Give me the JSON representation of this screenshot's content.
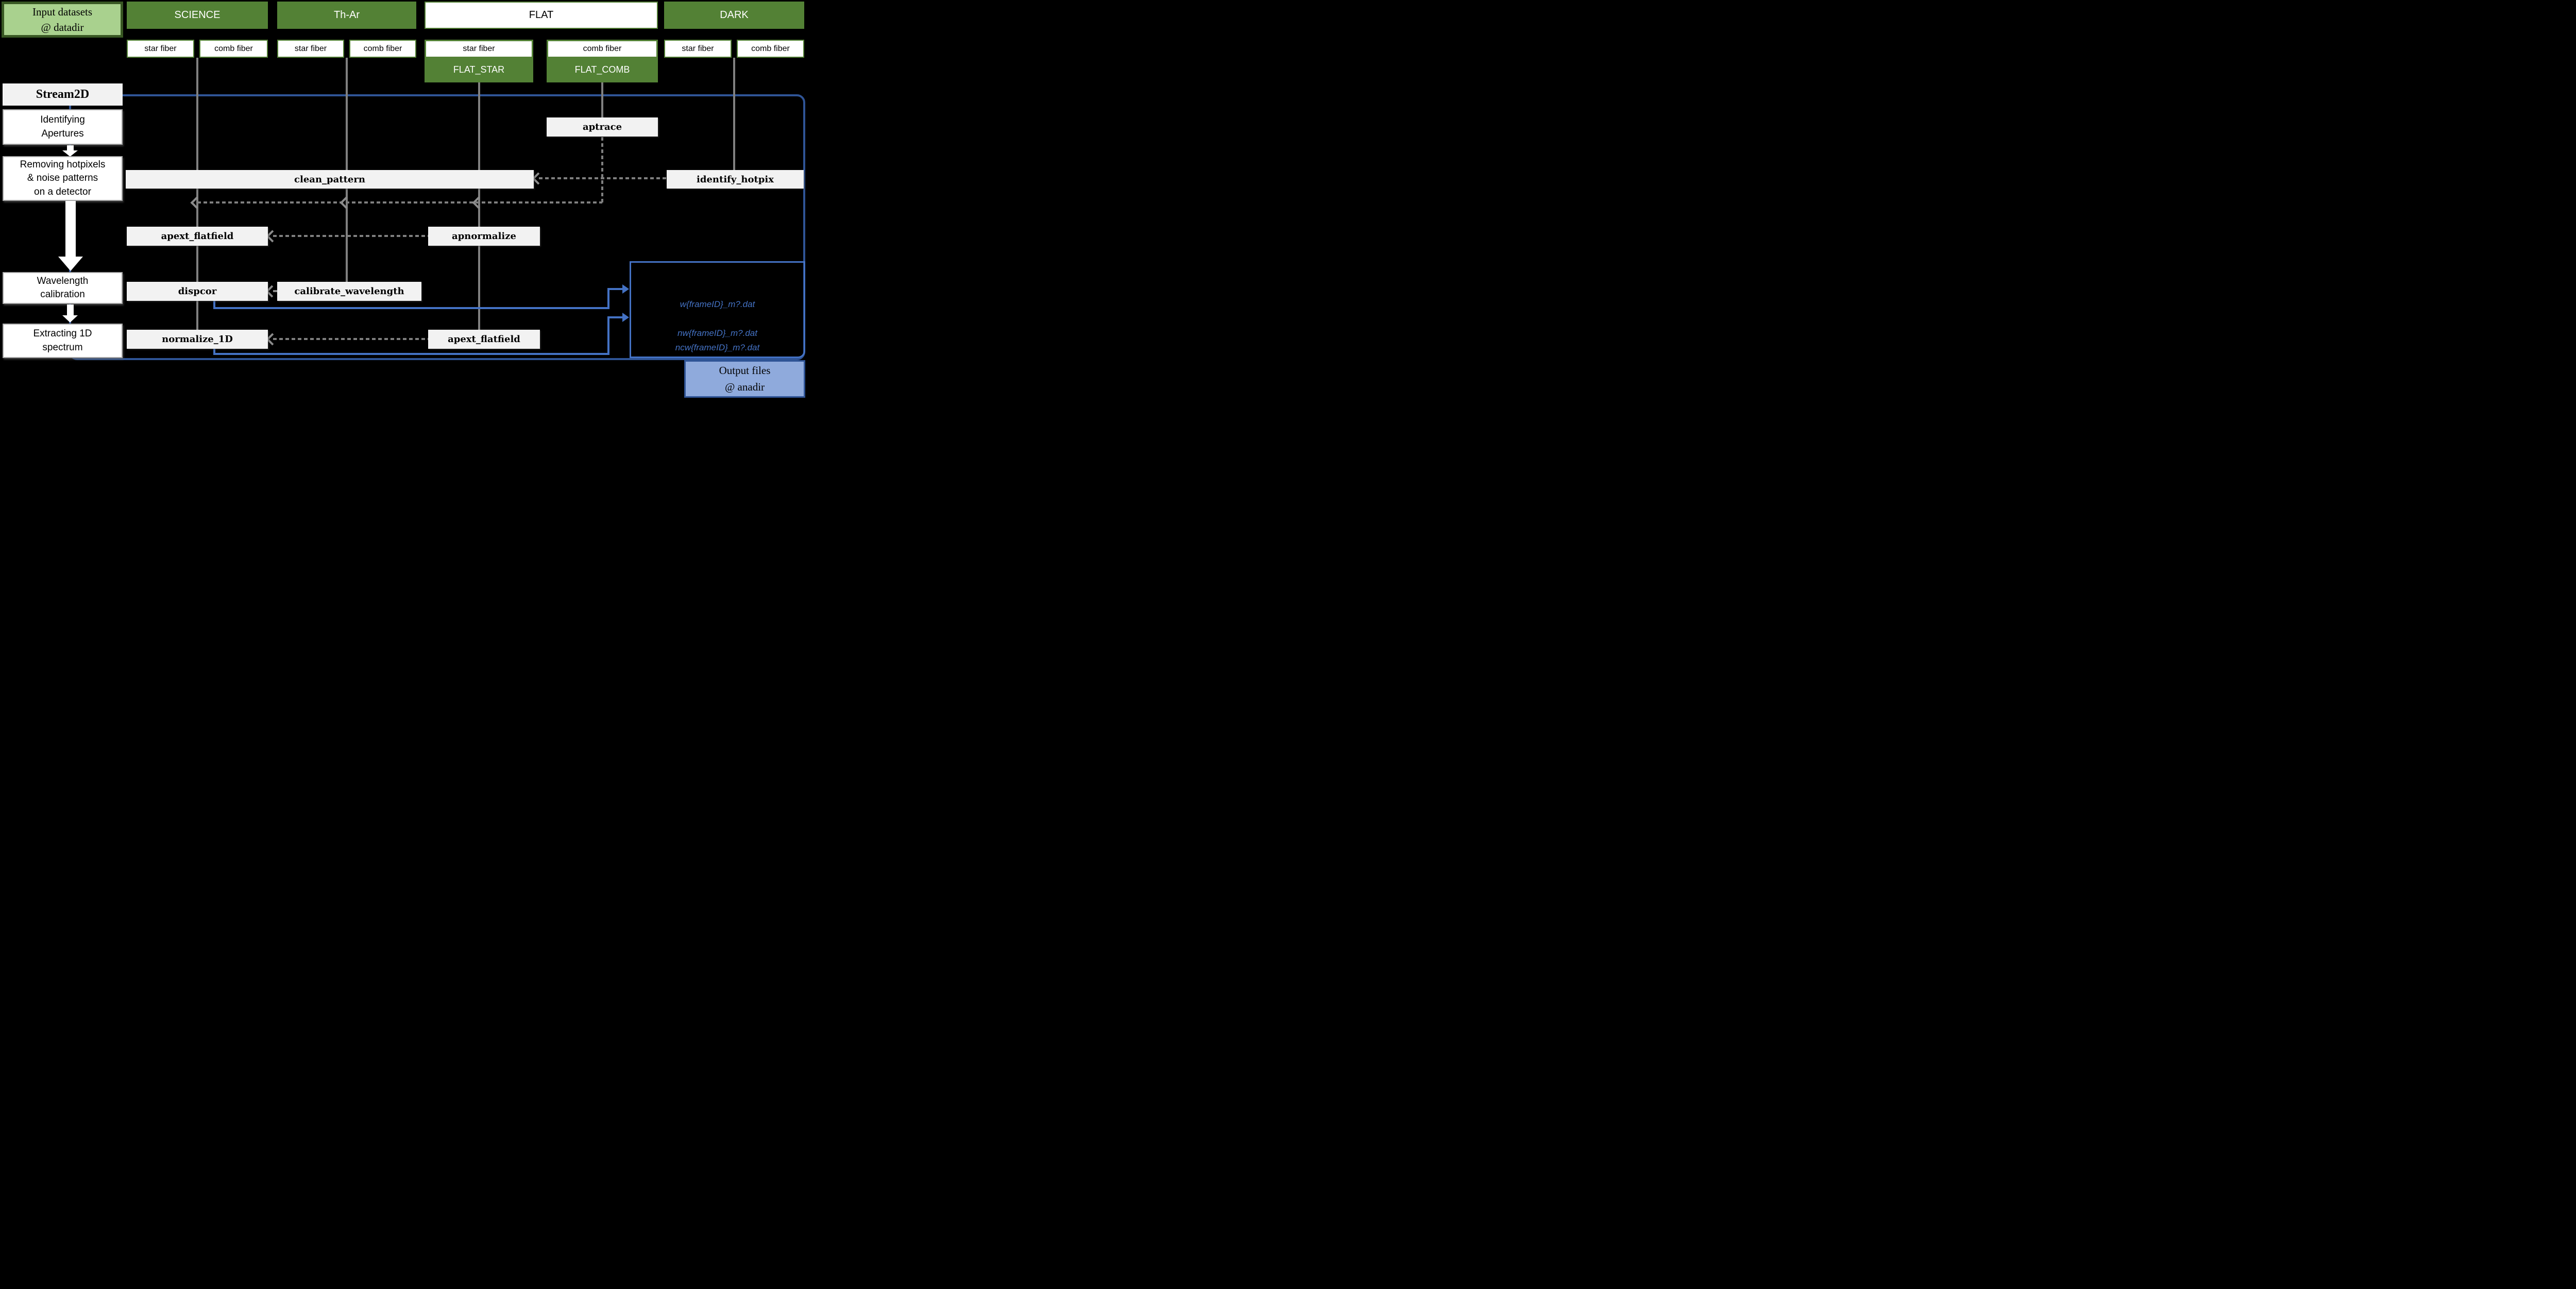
{
  "colors": {
    "background": "#000000",
    "green": "#538135",
    "green_border_dark": "#385723",
    "green_light": "#a9d18e",
    "blue_accent": "#4472c4",
    "blue_dark": "#2f5496",
    "blue_light": "#8faadc",
    "gray_line": "#808080",
    "process_box_fill": "#f2f2f2"
  },
  "input_box": {
    "lines": [
      "Input datasets",
      "@ datadir"
    ]
  },
  "columns": [
    {
      "header": "SCIENCE",
      "fibers": [
        "star fiber",
        "comb fiber"
      ]
    },
    {
      "header": "Th-Ar",
      "fibers": [
        "star fiber",
        "comb fiber"
      ]
    },
    {
      "header": "FLAT",
      "fibers": [
        "star fiber",
        "comb fiber"
      ],
      "subgroups": [
        "FLAT_STAR",
        "FLAT_COMB"
      ]
    },
    {
      "header": "DARK",
      "fibers": [
        "star fiber",
        "comb fiber"
      ]
    }
  ],
  "pipeline": {
    "title": "Stream2D",
    "steps": [
      {
        "lines": [
          "Identifying",
          "Apertures"
        ]
      },
      {
        "lines": [
          "Removing hotpixels",
          "& noise patterns",
          "on a detector"
        ]
      },
      {
        "lines": [
          "Wavelength",
          "calibration"
        ]
      },
      {
        "lines": [
          "Extracting 1D",
          "spectrum"
        ]
      }
    ]
  },
  "processes": {
    "aptrace": "aptrace",
    "clean_pattern": "clean_pattern",
    "identify_hotpix": "identify_hotpix",
    "apext_flatfield_1": "apext_flatfield",
    "apnormalize": "apnormalize",
    "dispcor": "dispcor",
    "calibrate_wavelength": "calibrate_wavelength",
    "normalize_1d": "normalize_1D",
    "apext_flatfield_2": "apext_flatfield"
  },
  "output": {
    "files": [
      "w{frameID}_m?.dat",
      "nw{frameID}_m?.dat",
      "ncw{frameID}_m?.dat"
    ],
    "label_lines": [
      "Output files",
      "@ anadir"
    ]
  }
}
